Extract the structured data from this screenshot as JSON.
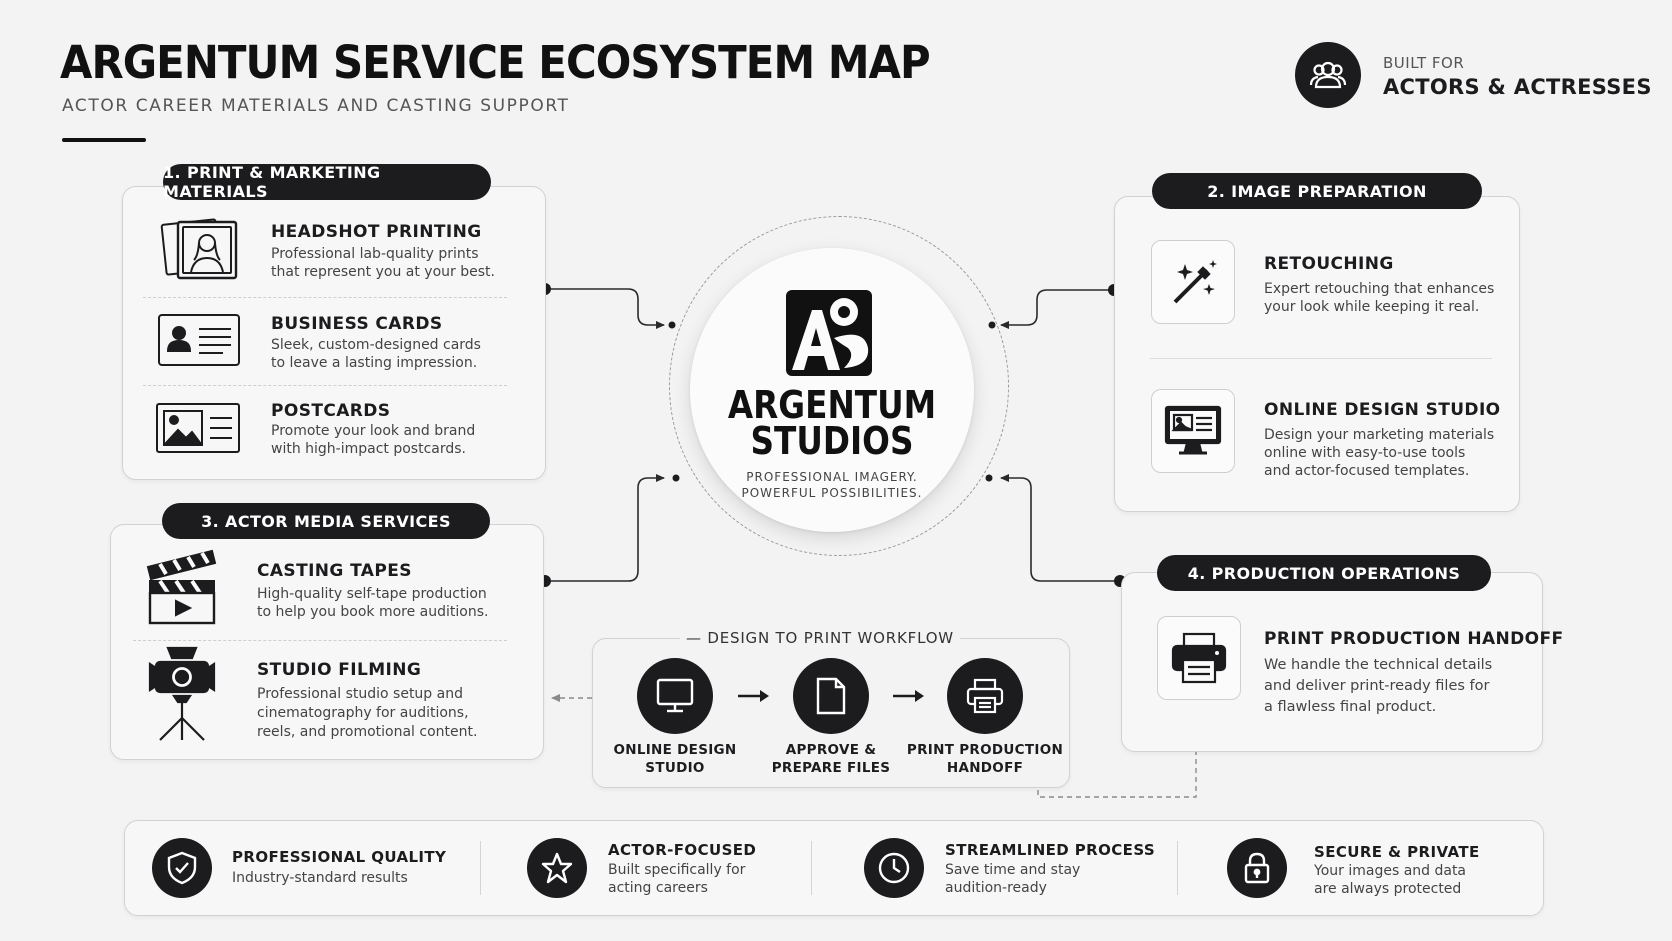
{
  "header": {
    "title": "ARGENTUM SERVICE ECOSYSTEM MAP",
    "subtitle": "ACTOR CAREER MATERIALS AND CASTING SUPPORT",
    "audience_pre": "BUILT FOR",
    "audience_main": "ACTORS & ACTRESSES",
    "audience_icon": "group-icon"
  },
  "hub": {
    "name_line1": "ARGENTUM",
    "name_line2": "STUDIOS",
    "tag_line1": "PROFESSIONAL IMAGERY.",
    "tag_line2": "POWERFUL POSSIBILITIES.",
    "logo": "AS-monogram-logo"
  },
  "sections": {
    "print": {
      "label": "1. PRINT & MARKETING MATERIALS",
      "items": [
        {
          "title": "HEADSHOT PRINTING",
          "desc1": "Professional lab-quality prints",
          "desc2": "that represent you at your best.",
          "icon": "headshot-photos-icon"
        },
        {
          "title": "BUSINESS CARDS",
          "desc1": "Sleek, custom-designed cards",
          "desc2": "to leave a lasting impression.",
          "icon": "id-card-icon"
        },
        {
          "title": "POSTCARDS",
          "desc1": "Promote your look and brand",
          "desc2": "with high-impact postcards.",
          "icon": "postcard-icon"
        }
      ]
    },
    "image": {
      "label": "2. IMAGE PREPARATION",
      "items": [
        {
          "title": "RETOUCHING",
          "desc1": "Expert retouching that enhances",
          "desc2": "your look while keeping it real.",
          "icon": "magic-wand-icon"
        },
        {
          "title": "ONLINE DESIGN STUDIO",
          "desc1": "Design your marketing materials",
          "desc2": "online with easy-to-use tools",
          "desc3": "and actor-focused templates.",
          "icon": "monitor-design-icon"
        }
      ]
    },
    "media": {
      "label": "3. ACTOR MEDIA SERVICES",
      "items": [
        {
          "title": "CASTING TAPES",
          "desc1": "High-quality self-tape production",
          "desc2": "to help you book more auditions.",
          "icon": "clapperboard-icon"
        },
        {
          "title": "STUDIO FILMING",
          "desc1": "Professional studio setup and",
          "desc2": "cinematography for auditions,",
          "desc3": "reels, and promotional content.",
          "icon": "studio-light-icon"
        }
      ]
    },
    "production": {
      "label": "4. PRODUCTION OPERATIONS",
      "items": [
        {
          "title": "PRINT PRODUCTION HANDOFF",
          "desc1": "We handle the technical details",
          "desc2": "and deliver print-ready files for",
          "desc3": "a flawless final product.",
          "icon": "printer-icon"
        }
      ]
    }
  },
  "workflow": {
    "label": "DESIGN TO PRINT WORKFLOW",
    "steps": [
      {
        "line1": "ONLINE DESIGN",
        "line2": "STUDIO",
        "icon": "monitor-icon"
      },
      {
        "line1": "APPROVE &",
        "line2": "PREPARE FILES",
        "icon": "document-icon"
      },
      {
        "line1": "PRINT PRODUCTION",
        "line2": "HANDOFF",
        "icon": "printer-icon"
      }
    ]
  },
  "features": [
    {
      "title": "PROFESSIONAL QUALITY",
      "desc1": "Industry-standard results",
      "desc2": "",
      "icon": "shield-check-icon"
    },
    {
      "title": "ACTOR-FOCUSED",
      "desc1": "Built specifically for",
      "desc2": "acting careers",
      "icon": "star-icon"
    },
    {
      "title": "STREAMLINED PROCESS",
      "desc1": "Save time and stay",
      "desc2": "audition-ready",
      "icon": "clock-icon"
    },
    {
      "title": "SECURE & PRIVATE",
      "desc1": "Your images and data",
      "desc2": "are always protected",
      "icon": "lock-icon"
    }
  ]
}
